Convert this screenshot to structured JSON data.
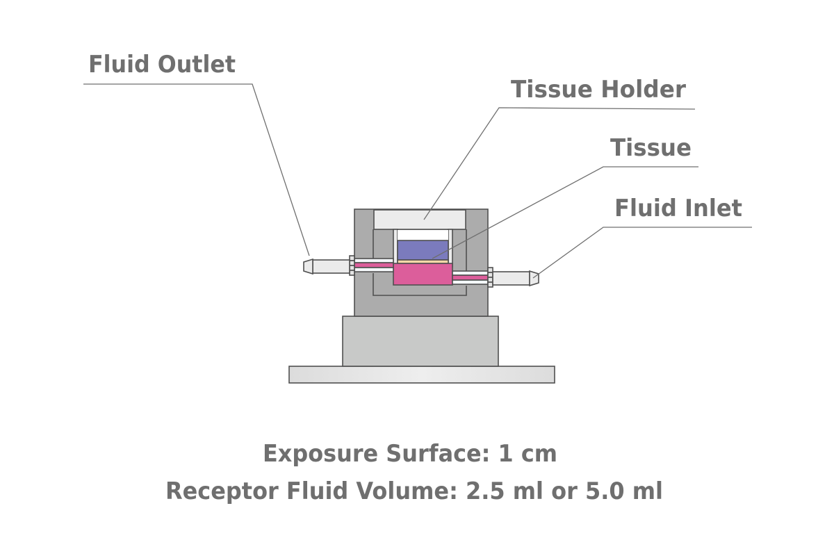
{
  "labels": {
    "fluid_outlet": "Fluid Outlet",
    "tissue_holder": "Tissue Holder",
    "tissue": "Tissue",
    "fluid_inlet": "Fluid Inlet"
  },
  "caption": {
    "line1": "Exposure Surface: 1 cm",
    "line2": "Receptor Fluid Volume: 2.5 ml or 5.0 ml"
  },
  "colors": {
    "text": "#6f6f6f",
    "body_gray": "#acacac",
    "base_gray": "#c8c9c8",
    "plate_light": "#e2e2e2",
    "holder_light": "#ececec",
    "donor_purple": "#7b7bbd",
    "tissue_peach": "#fbd9a8",
    "receptor_pink": "#dc5e9b",
    "channel_white": "#f4f8fa"
  }
}
